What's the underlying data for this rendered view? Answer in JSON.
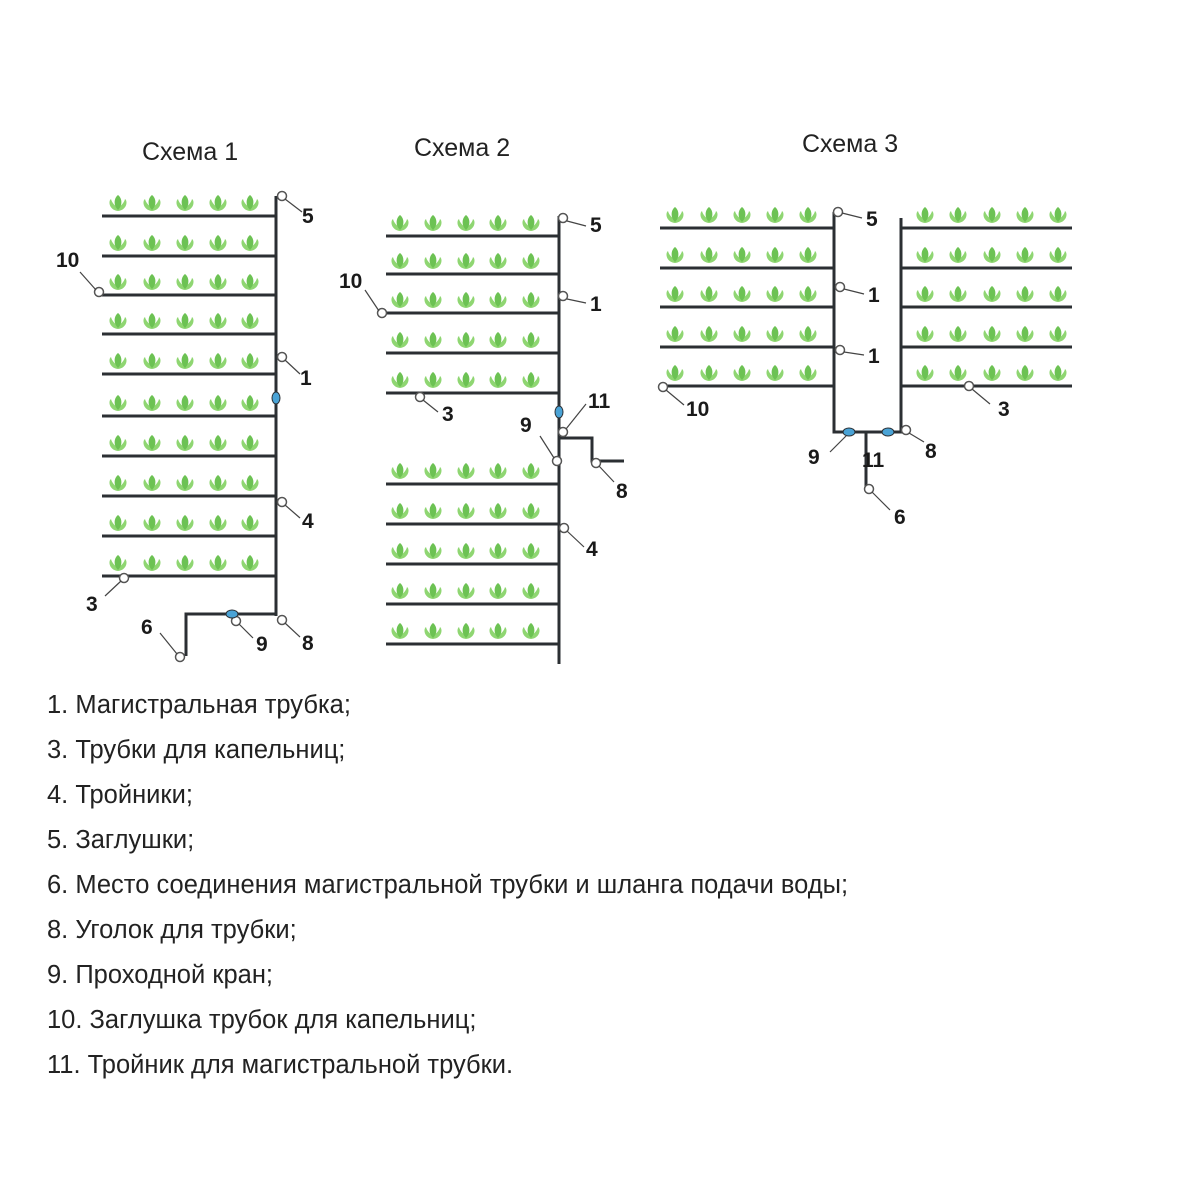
{
  "schemes": [
    {
      "title": "Схема 1",
      "callouts": {
        "c5": "5",
        "c10": "10",
        "c1": "1",
        "c4": "4",
        "c3": "3",
        "c6": "6",
        "c9": "9",
        "c8": "8"
      }
    },
    {
      "title": "Схема 2",
      "callouts": {
        "c5": "5",
        "c10": "10",
        "c1": "1",
        "c3": "3",
        "c11": "11",
        "c9": "9",
        "c8": "8",
        "c4": "4"
      }
    },
    {
      "title": "Схема 3",
      "callouts": {
        "c5": "5",
        "c1a": "1",
        "c1b": "1",
        "c10": "10",
        "c3": "3",
        "c9": "9",
        "c11": "11",
        "c8": "8",
        "c6": "6"
      }
    }
  ],
  "legend": [
    "1. Магистральная трубка;",
    "3. Трубки для капельниц;",
    "4. Тройники;",
    "5. Заглушки;",
    "6. Место соединения магистральной трубки и шланга подачи воды;",
    "8. Уголок для трубки;",
    "9. Проходной кран;",
    "10. Заглушка трубок для капельниц;",
    "11. Тройник для магистральной трубки."
  ],
  "colors": {
    "pipe": "#2b2f33",
    "plant": "#8fd672",
    "plant_dark": "#5fb546",
    "valve": "#4aa3d6"
  }
}
